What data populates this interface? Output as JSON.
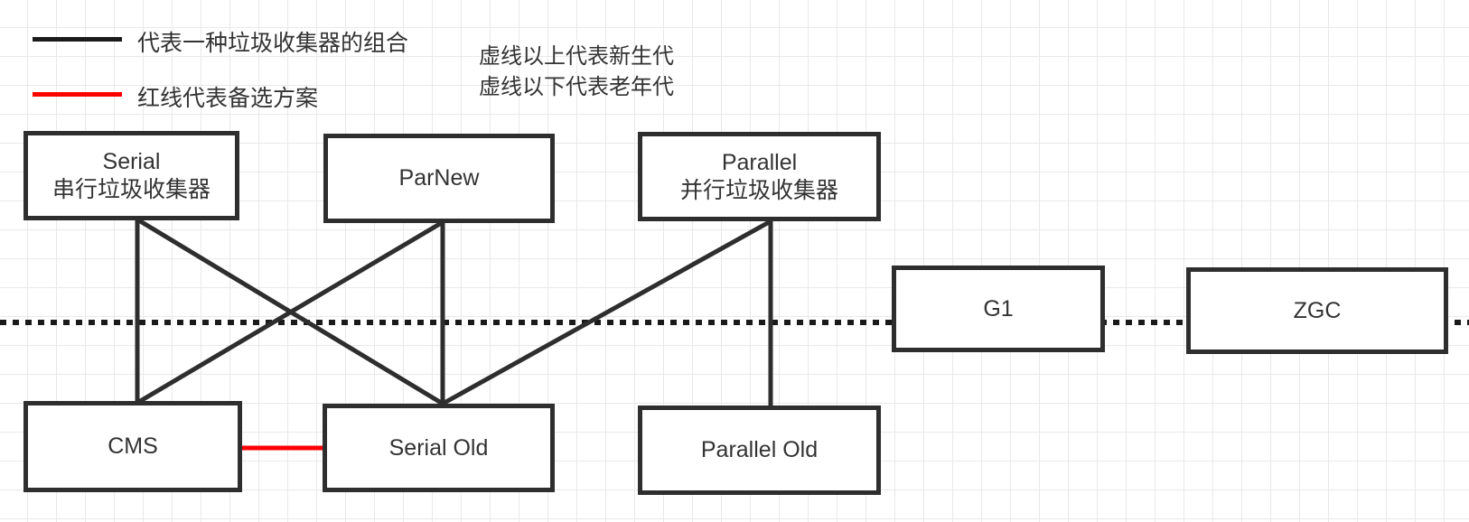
{
  "diagram": {
    "title_hidden": "",
    "colors": {
      "stroke": "#2e2e2e",
      "alternate": "#ff0000",
      "text": "#333333",
      "grid": "#e9e9e9",
      "background": "#ffffff"
    },
    "legend": [
      {
        "id": "combination",
        "color": "#1a1a1a",
        "label": "代表一种垃圾收集器的组合"
      },
      {
        "id": "alternate",
        "color": "#ff0000",
        "label": "红线代表备选方案"
      }
    ],
    "notes": {
      "line1": "虚线以上代表新生代",
      "line2": "虚线以下代表老年代"
    },
    "nodes": [
      {
        "id": "serial",
        "line1": "Serial",
        "line2": "串行垃圾收集器",
        "generation": "young"
      },
      {
        "id": "parnew",
        "line1": "ParNew",
        "line2": "",
        "generation": "young"
      },
      {
        "id": "parallel",
        "line1": "Parallel",
        "line2": "并行垃圾收集器",
        "generation": "young"
      },
      {
        "id": "cms",
        "line1": "CMS",
        "line2": "",
        "generation": "old"
      },
      {
        "id": "serial-old",
        "line1": "Serial Old",
        "line2": "",
        "generation": "old"
      },
      {
        "id": "parallel-old",
        "line1": "Parallel Old",
        "line2": "",
        "generation": "old"
      },
      {
        "id": "g1",
        "line1": "G1",
        "line2": "",
        "generation": "both"
      },
      {
        "id": "zgc",
        "line1": "ZGC",
        "line2": "",
        "generation": "both"
      }
    ],
    "edges": [
      {
        "from": "serial",
        "to": "cms",
        "style": "solid",
        "color": "#2e2e2e"
      },
      {
        "from": "serial",
        "to": "serial-old",
        "style": "solid",
        "color": "#2e2e2e"
      },
      {
        "from": "parnew",
        "to": "cms",
        "style": "solid",
        "color": "#2e2e2e"
      },
      {
        "from": "parnew",
        "to": "serial-old",
        "style": "solid",
        "color": "#2e2e2e"
      },
      {
        "from": "parallel",
        "to": "serial-old",
        "style": "solid",
        "color": "#2e2e2e"
      },
      {
        "from": "parallel",
        "to": "parallel-old",
        "style": "solid",
        "color": "#2e2e2e"
      },
      {
        "from": "cms",
        "to": "serial-old",
        "style": "solid",
        "color": "#ff0000"
      }
    ],
    "divider": {
      "style": "dotted",
      "color": "#1a1a1a",
      "meaning": "新生代 / 老年代 分界线"
    }
  }
}
